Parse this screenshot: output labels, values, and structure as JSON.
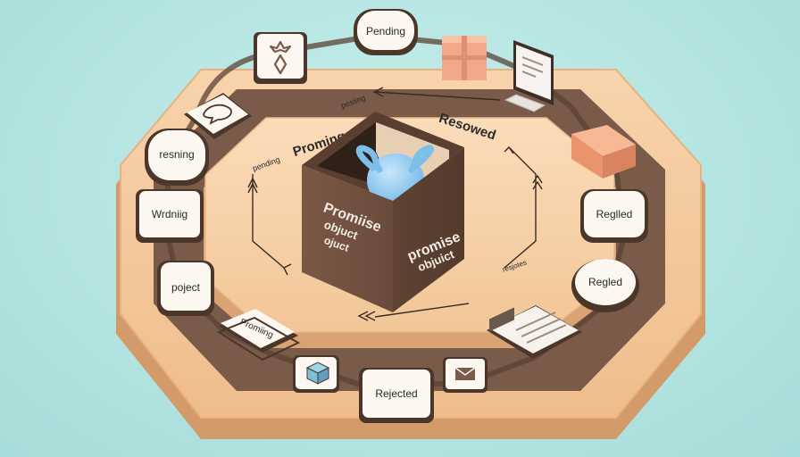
{
  "nodes": {
    "pending": "Pending",
    "resning": "resning",
    "wrdnig": "Wrdniig",
    "poject": "poject",
    "promiing_card": "Promiing",
    "rejected": "Rejected",
    "regled_upper": "Reglled",
    "regled_lower": "Regled"
  },
  "platform": {
    "proming": "Proming",
    "resowed": "Resowed",
    "pending_small_left": "pending",
    "pending_small_top": "pesiing",
    "resjotes": "resjotes"
  },
  "cube": {
    "left_face": [
      "Promiise",
      "objuct",
      "ojuct"
    ],
    "right_face": [
      "promise",
      "objuict"
    ]
  },
  "colors": {
    "background": "#b3e4e1",
    "platform_outer": "#f4c99d",
    "platform_ring": "#7a5a48",
    "cube_brown": "#6e4f3e",
    "ball_blue": "#8cc8ef",
    "card_border": "#5b4335"
  }
}
